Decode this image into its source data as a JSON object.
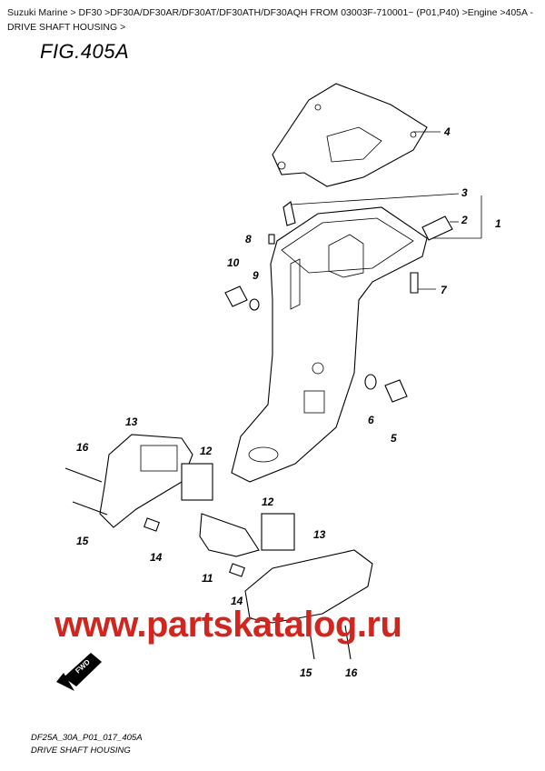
{
  "breadcrumb": "Suzuki Marine > DF30 >DF30A/DF30AR/DF30AT/DF30ATH/DF30AQH FROM 03003F-710001~ (P01,P40) >Engine >405A - DRIVE SHAFT HOUSING >",
  "figure_title": "FIG.405A",
  "callouts": {
    "c1": "1",
    "c2": "2",
    "c3": "3",
    "c4": "4",
    "c5": "5",
    "c6": "6",
    "c7": "7",
    "c8": "8",
    "c9": "9",
    "c10": "10",
    "c11": "11",
    "c12a": "12",
    "c12b": "12",
    "c13a": "13",
    "c13b": "13",
    "c14a": "14",
    "c14b": "14",
    "c15a": "15",
    "c15b": "15",
    "c16a": "16",
    "c16b": "16"
  },
  "fwd_label": "FWD",
  "watermark": "www.partskatalog.ru",
  "footer": {
    "code": "DF25A_30A_P01_017_405A",
    "name": "DRIVE SHAFT HOUSING"
  }
}
